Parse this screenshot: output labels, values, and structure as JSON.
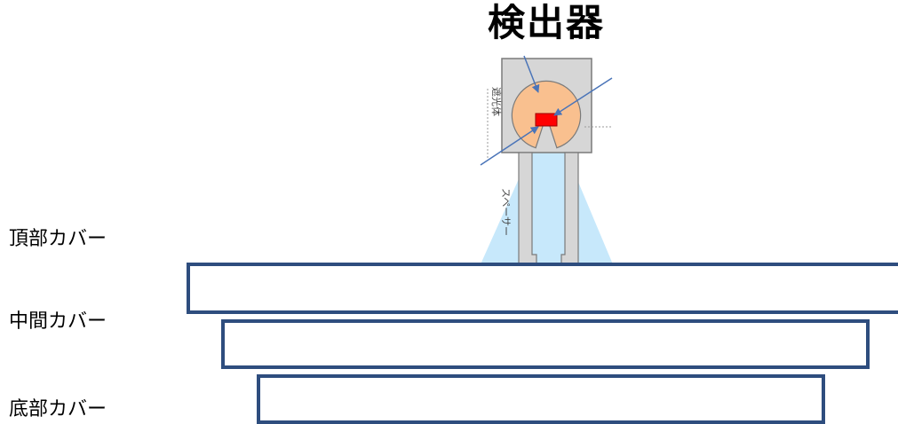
{
  "diagram": {
    "title": "検出器",
    "covers": [
      {
        "label": "頂部カバー"
      },
      {
        "label": "中間カバー"
      },
      {
        "label": "底部カバー"
      }
    ],
    "sensor": {
      "top_side_text": "遮光体",
      "stem_side_text": "スペーサー"
    },
    "colors": {
      "cover_outline": "#2e4d7e",
      "sensor_body": "#d6d6d6",
      "sensor_outline": "#7a7a7a",
      "disc_fill": "#f9c08f",
      "element_fill": "#ff0000",
      "beam_fill": "#c7e8fb",
      "arrow": "#4a74b8"
    }
  }
}
